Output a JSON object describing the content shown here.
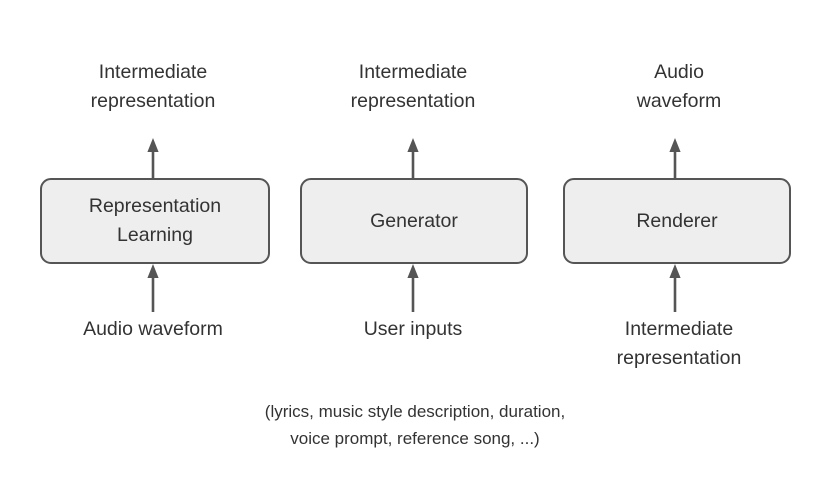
{
  "diagram": {
    "background_color": "#ffffff",
    "box_fill_color": "#eeeeee",
    "box_border_color": "#555555",
    "text_color": "#333333",
    "arrow_color": "#555555",
    "columns": [
      {
        "id": "representation-learning",
        "output_label": "Intermediate\nrepresentation",
        "box_label": "Representation\nLearning",
        "input_label": "Audio waveform"
      },
      {
        "id": "generator",
        "output_label": "Intermediate\nrepresentation",
        "box_label": "Generator",
        "input_label": "User inputs"
      },
      {
        "id": "renderer",
        "output_label": "Audio\nwaveform",
        "box_label": "Renderer",
        "input_label": "Intermediate\nrepresentation"
      }
    ],
    "caption": "(lyrics, music style description, duration,\nvoice prompt, reference song, ...)"
  }
}
